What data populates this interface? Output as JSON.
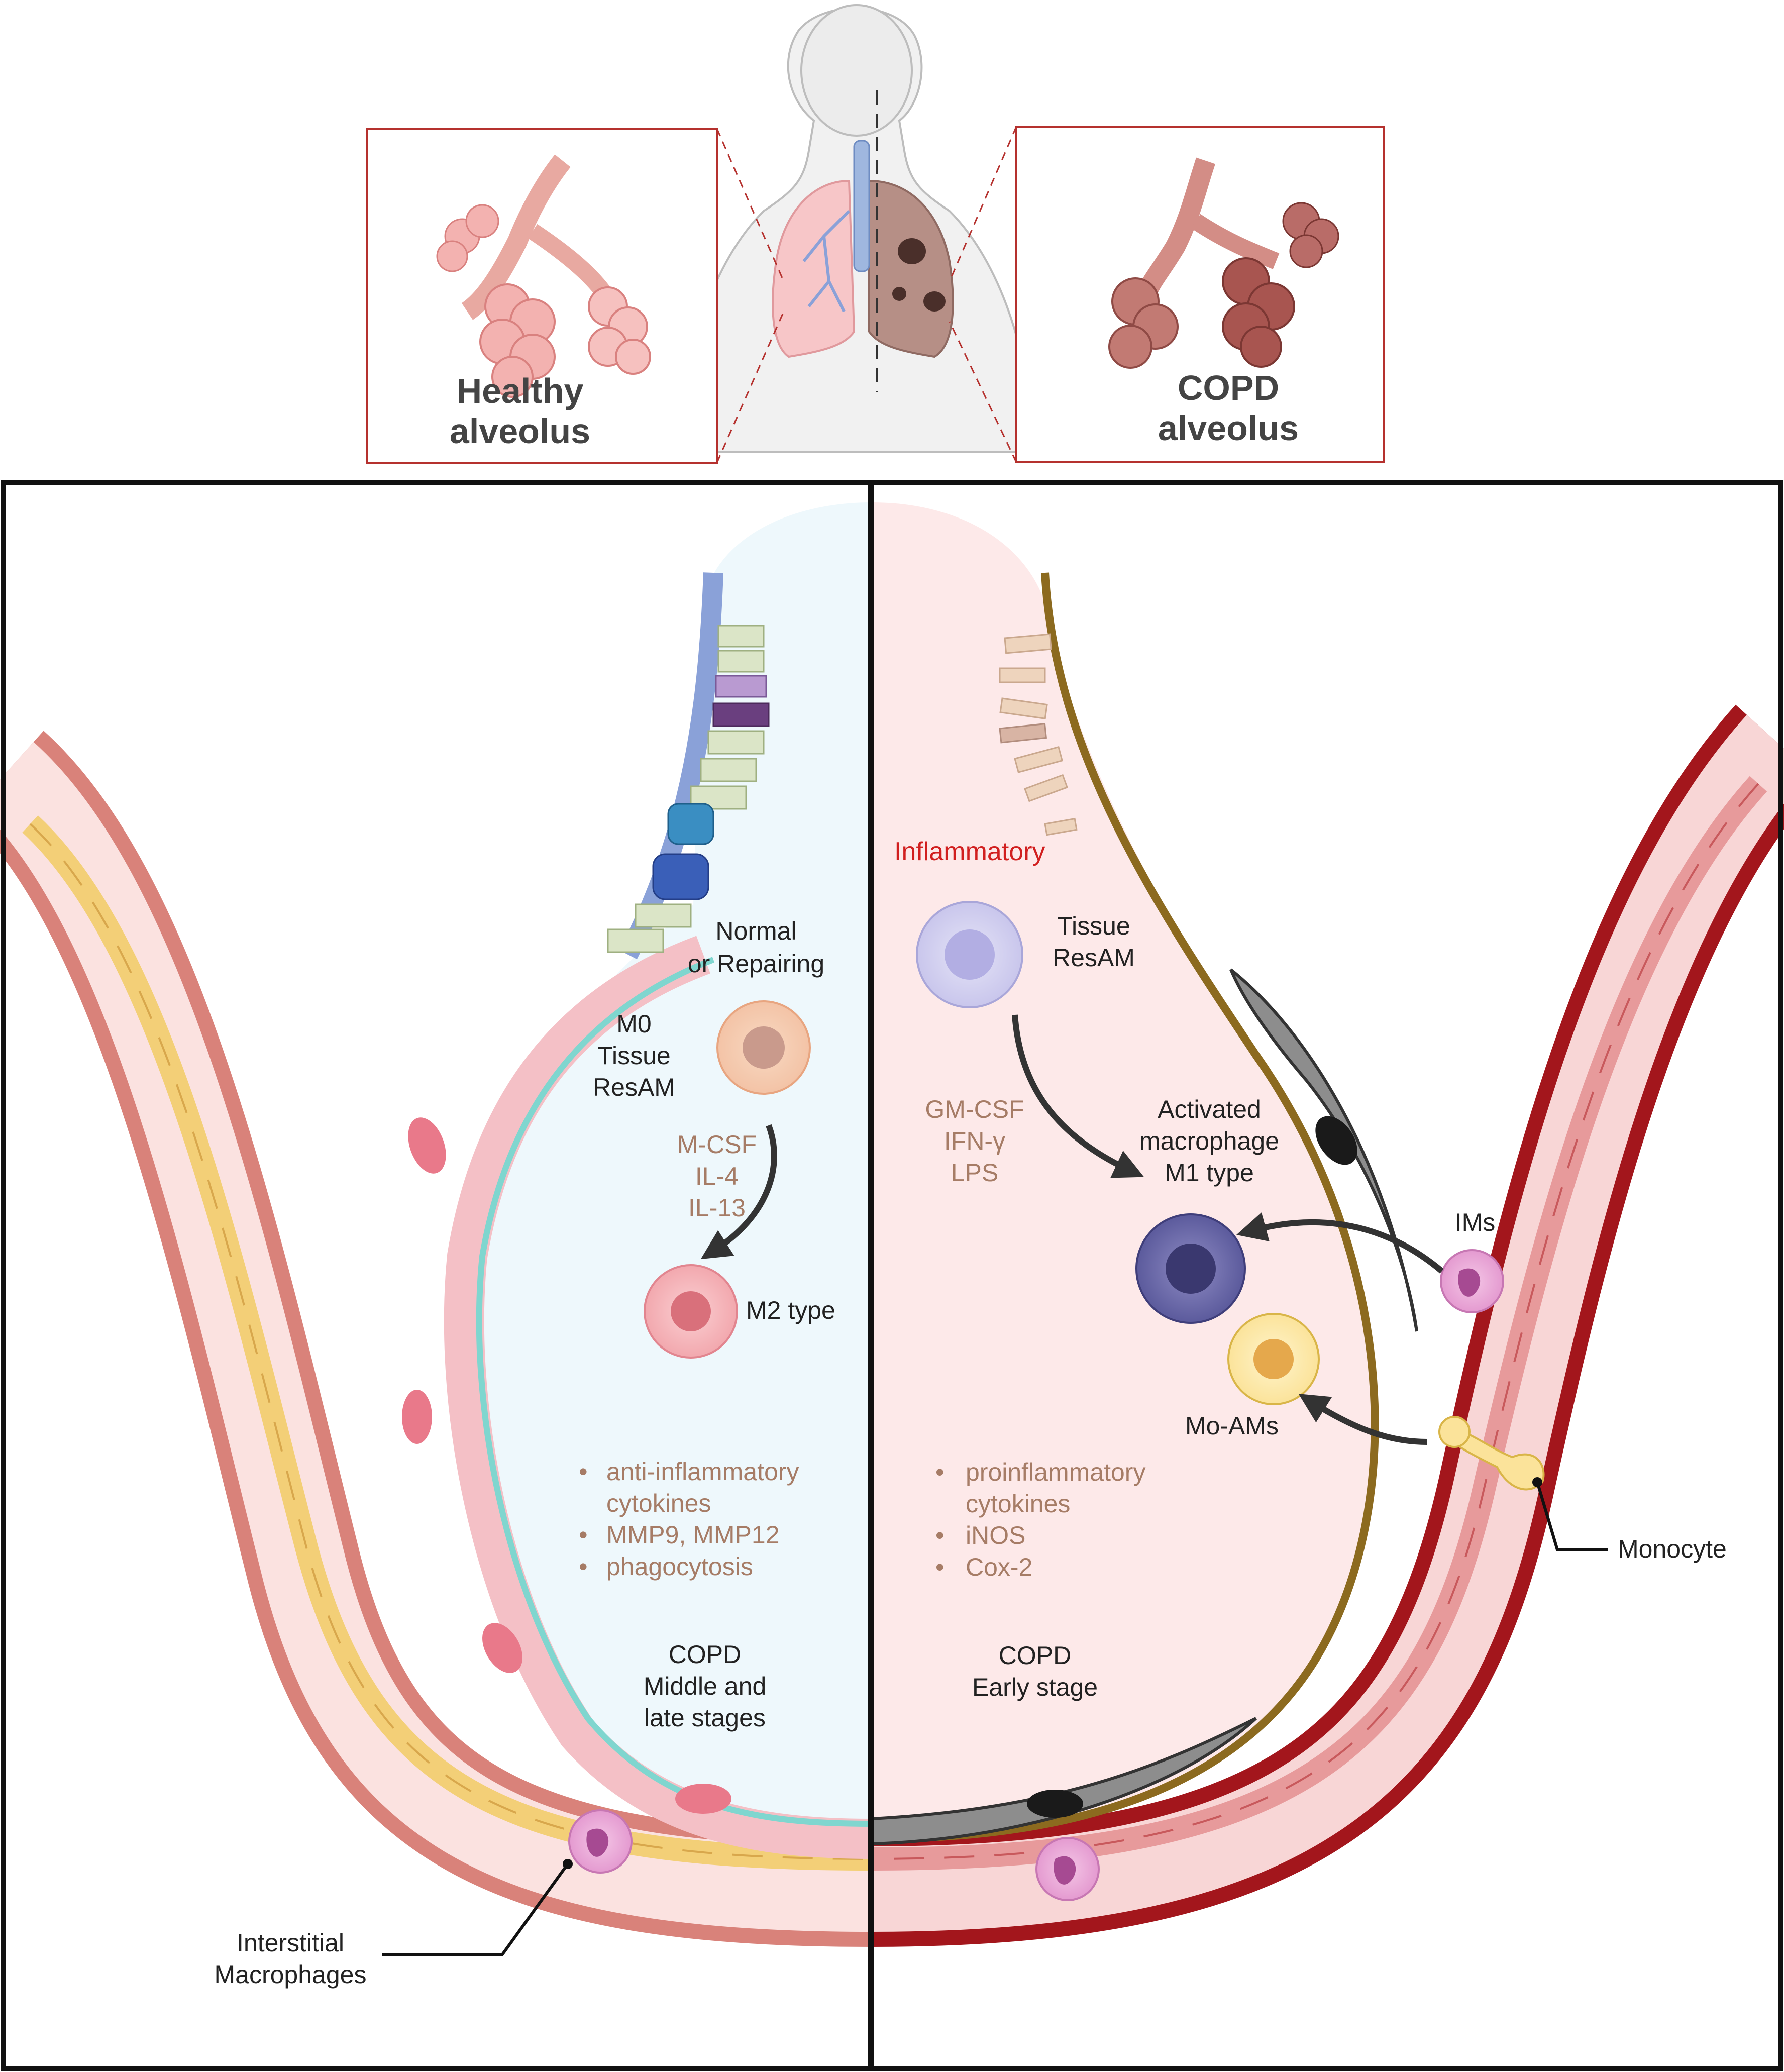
{
  "top": {
    "healthy_title": [
      "Healthy",
      "alveolus"
    ],
    "copd_title": [
      "COPD",
      "alveolus"
    ]
  },
  "left_panel": {
    "normal_label": [
      "Normal",
      "or Repairing"
    ],
    "m0_label": [
      "M0",
      "Tissue",
      "ResAM"
    ],
    "stimuli": [
      "M-CSF",
      "IL-4",
      "IL-13"
    ],
    "m2_label": "M2 type",
    "functions": [
      "anti-inflammatory",
      "cytokines",
      "MMP9, MMP12",
      "phagocytosis"
    ],
    "stage_label": [
      "COPD",
      "Middle and",
      "late stages"
    ],
    "interstitial_label": [
      "Interstitial",
      "Macrophages"
    ]
  },
  "right_panel": {
    "inflammatory_label": "Inflammatory",
    "resam_label": [
      "Tissue",
      "ResAM"
    ],
    "stimuli": [
      "GM-CSF",
      "IFN-γ",
      "LPS"
    ],
    "m1_label": [
      "Activated",
      "macrophage",
      "M1 type"
    ],
    "ims_label": "IMs",
    "moams_label": "Mo-AMs",
    "functions": [
      "proinflammatory",
      "cytokines",
      "iNOS",
      "Cox-2"
    ],
    "stage_label": [
      "COPD",
      "Early stage"
    ],
    "monocyte_label": "Monocyte"
  },
  "colors": {
    "healthy_bg": "#eef8fc",
    "copd_bg": "#fde9e9",
    "healthy_wall": "#7fd6cf",
    "copd_wall": "#8c6a1f",
    "vessel_left": "#d9827a",
    "vessel_right": "#a3161c",
    "frame": "#111111",
    "inset_border": "#b5312e",
    "cytokine_text": "#a67c66",
    "inflammatory_text": "#d11f1f"
  }
}
